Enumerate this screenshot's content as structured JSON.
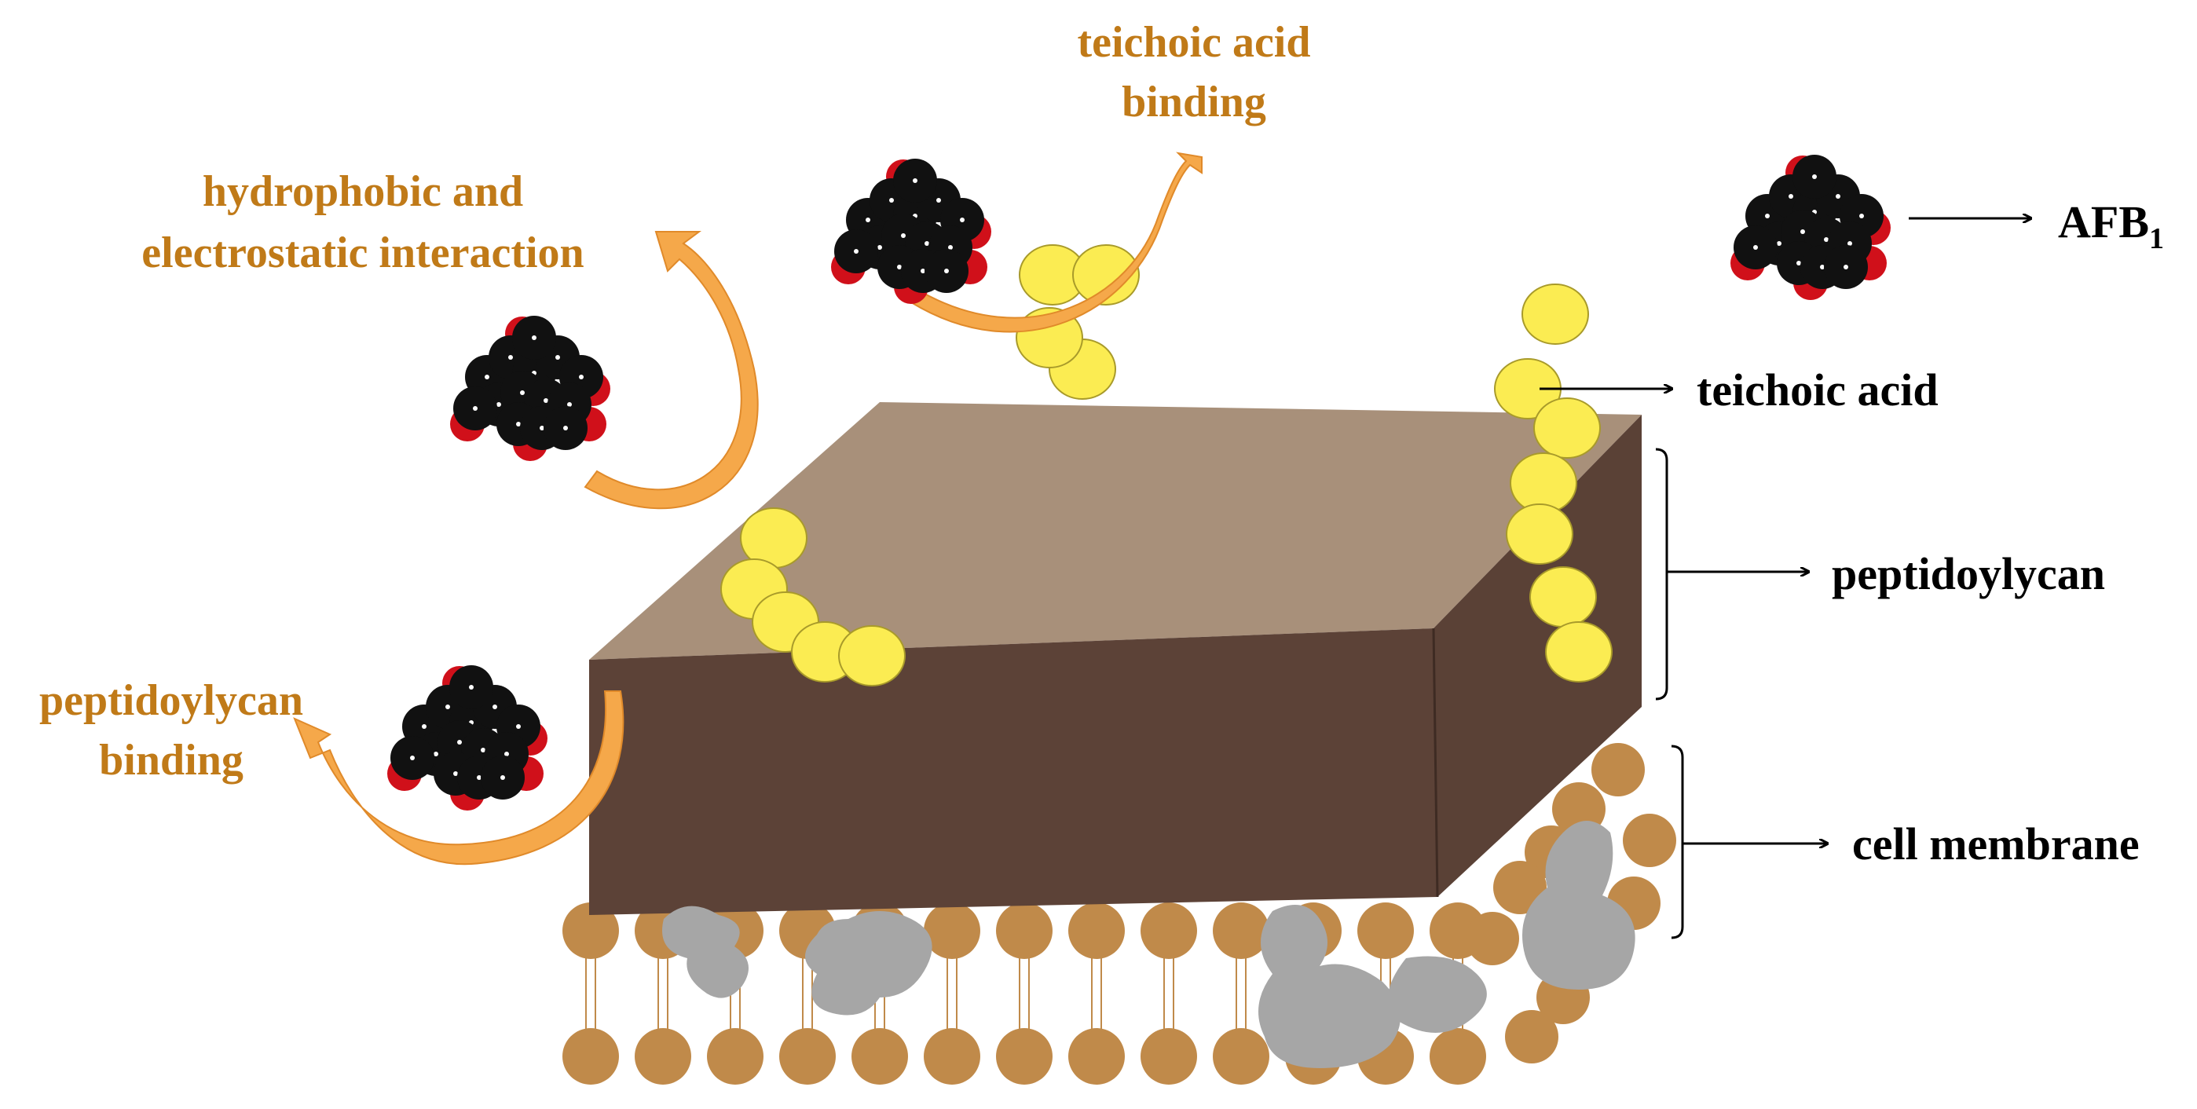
{
  "labels": {
    "teichoic_binding": [
      "teichoic acid",
      "binding"
    ],
    "hydrophobic": [
      "hydrophobic and",
      "electrostatic interaction"
    ],
    "peptido_binding": [
      "peptidoylycan",
      "binding"
    ],
    "afb_main": "AFB",
    "afb_sub": "1",
    "teichoic_acid": "teichoic acid",
    "peptidoylycan": "peptidoylycan",
    "cell_membrane": "cell membrane"
  },
  "colors": {
    "orange_text": "#c07a18",
    "orange_arrow": "#f5a84a",
    "block_top": "#a8907a",
    "block_front": "#5c4237",
    "block_side": "#5a4136",
    "teichoic_ball": "#fbec52",
    "lipid_head": "#c08a4a",
    "protein": "#a6a6a6",
    "atom_carbon": "#111111",
    "atom_oxygen": "#d0101a"
  },
  "icons": {
    "molecule": "afb1-molecule-icon",
    "arrow": "curved-arrow-icon"
  }
}
